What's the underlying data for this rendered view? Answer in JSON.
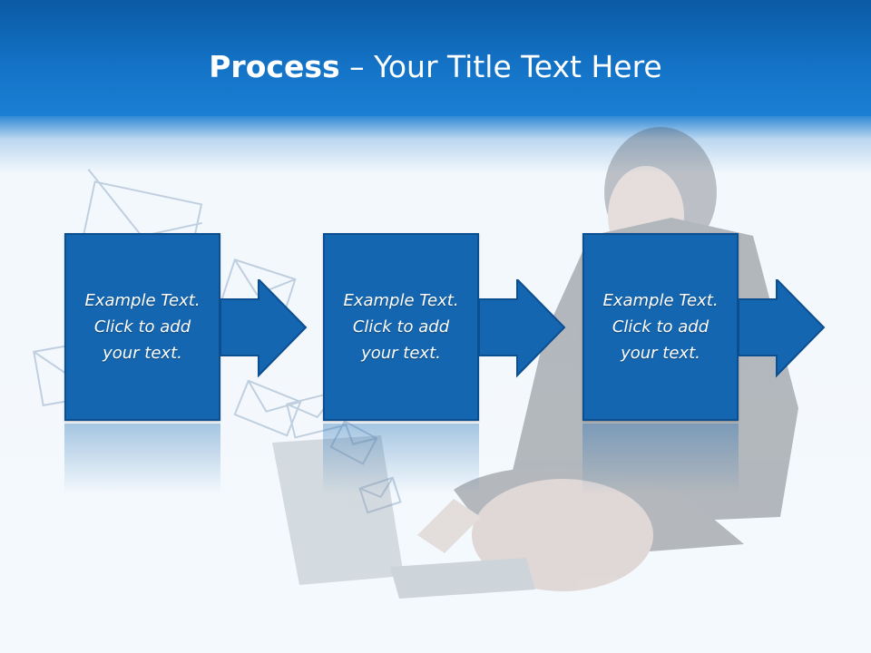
{
  "slide": {
    "title_bold": "Process",
    "title_rest": " – Your Title Text Here"
  },
  "steps": [
    {
      "text": "Example Text.\nClick  to add\nyour text."
    },
    {
      "text": "Example Text.\nClick  to add\nyour text."
    },
    {
      "text": "Example Text.\nClick  to add\nyour text."
    }
  ],
  "colors": {
    "header": "#1474c8",
    "box": "#1566b0",
    "box_border": "#0c4f91",
    "arrow": "#1566b0"
  },
  "background": {
    "image": "businesswoman-with-laptop-and-envelopes"
  }
}
